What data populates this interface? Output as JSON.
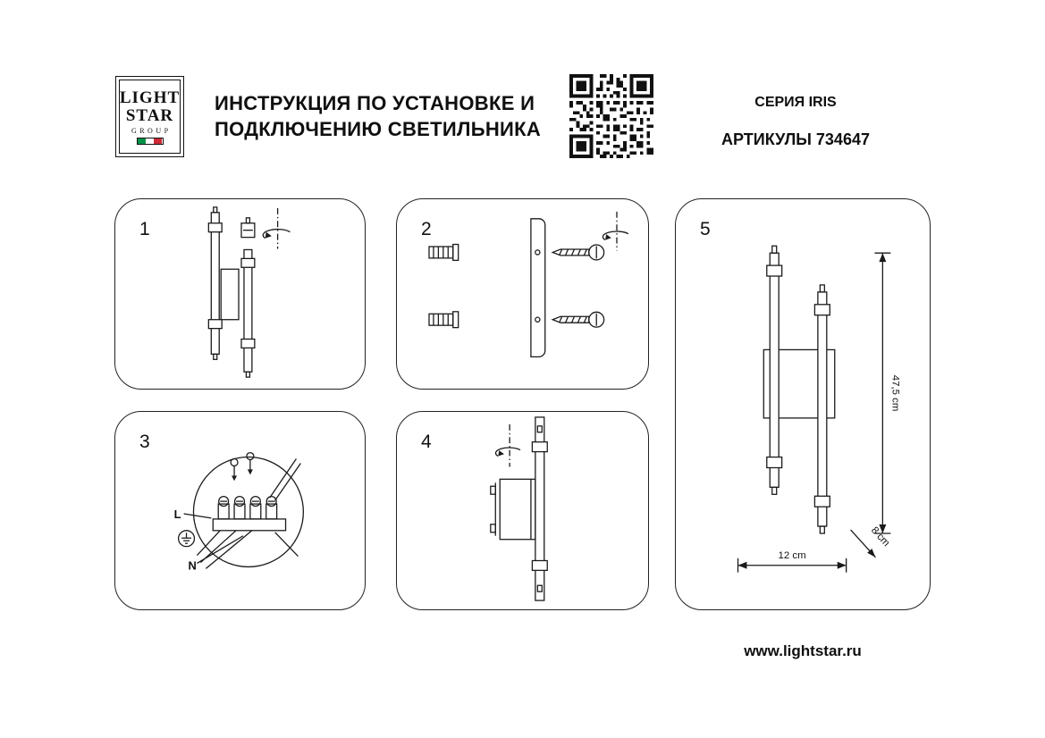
{
  "header": {
    "logo": {
      "line1": "LIGHT",
      "line2": "STAR",
      "line3": "GROUP"
    },
    "title_line1": "ИНСТРУКЦИЯ ПО УСТАНОВКЕ И",
    "title_line2": "ПОДКЛЮЧЕНИЮ СВЕТИЛЬНИКА",
    "series": "СЕРИЯ IRIS",
    "articles": "АРТИКУЛЫ 734647"
  },
  "steps": [
    {
      "number": "1"
    },
    {
      "number": "2"
    },
    {
      "number": "3",
      "label_l": "L",
      "label_n": "N"
    },
    {
      "number": "4"
    },
    {
      "number": "5",
      "dim_height": "47,5 cm",
      "dim_width": "12 cm",
      "dim_depth": "8 cm"
    }
  ],
  "footer": {
    "website": "www.lightstar.ru"
  },
  "colors": {
    "ink": "#1a1a1a",
    "panel_border": "#222222",
    "flag_green": "#009246",
    "flag_white": "#ffffff",
    "flag_red": "#ce2b37"
  }
}
